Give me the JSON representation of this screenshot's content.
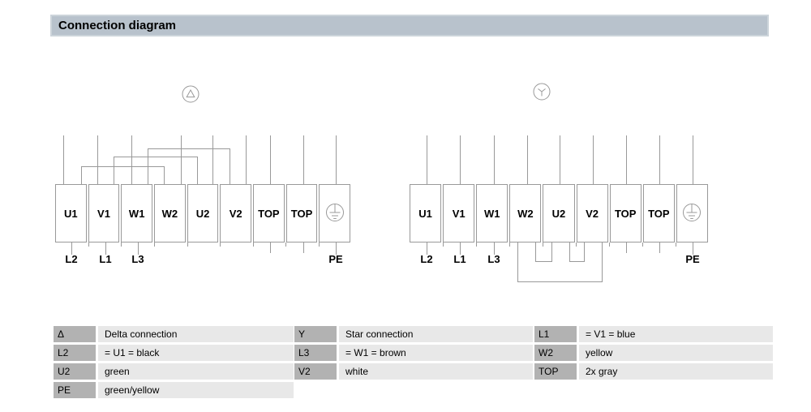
{
  "title": "Connection diagram",
  "diagrams": {
    "delta": {
      "symbol": "delta",
      "terminals": [
        "U1",
        "V1",
        "W1",
        "W2",
        "U2",
        "V2",
        "TOP",
        "TOP"
      ],
      "pe_icon": "earth-icon",
      "input_labels": [
        "L2",
        "L1",
        "L3"
      ],
      "pe_label": "PE"
    },
    "star": {
      "symbol": "star",
      "terminals": [
        "U1",
        "V1",
        "W1",
        "W2",
        "U2",
        "V2",
        "TOP",
        "TOP"
      ],
      "pe_icon": "earth-icon",
      "input_labels": [
        "L2",
        "L1",
        "L3"
      ],
      "pe_label": "PE"
    }
  },
  "legend": {
    "columns": [
      {
        "rows": [
          {
            "key": "Δ",
            "value": "Delta connection"
          },
          {
            "key": "L2",
            "value": "= U1 = black"
          },
          {
            "key": "U2",
            "value": "green"
          },
          {
            "key": "PE",
            "value": "green/yellow"
          }
        ]
      },
      {
        "rows": [
          {
            "key": "Y",
            "value": "Star connection"
          },
          {
            "key": "L3",
            "value": "= W1 = brown"
          },
          {
            "key": "V2",
            "value": "white"
          }
        ]
      },
      {
        "rows": [
          {
            "key": "L1",
            "value": "= V1 = blue"
          },
          {
            "key": "W2",
            "value": "yellow"
          },
          {
            "key": "TOP",
            "value": "2x gray"
          }
        ]
      }
    ]
  },
  "colors": {
    "line_gray": "#999999",
    "title_bar_bg": "#b8c2cc",
    "legend_key_bg": "#b2b2b2",
    "legend_value_bg": "#e8e8e8"
  }
}
